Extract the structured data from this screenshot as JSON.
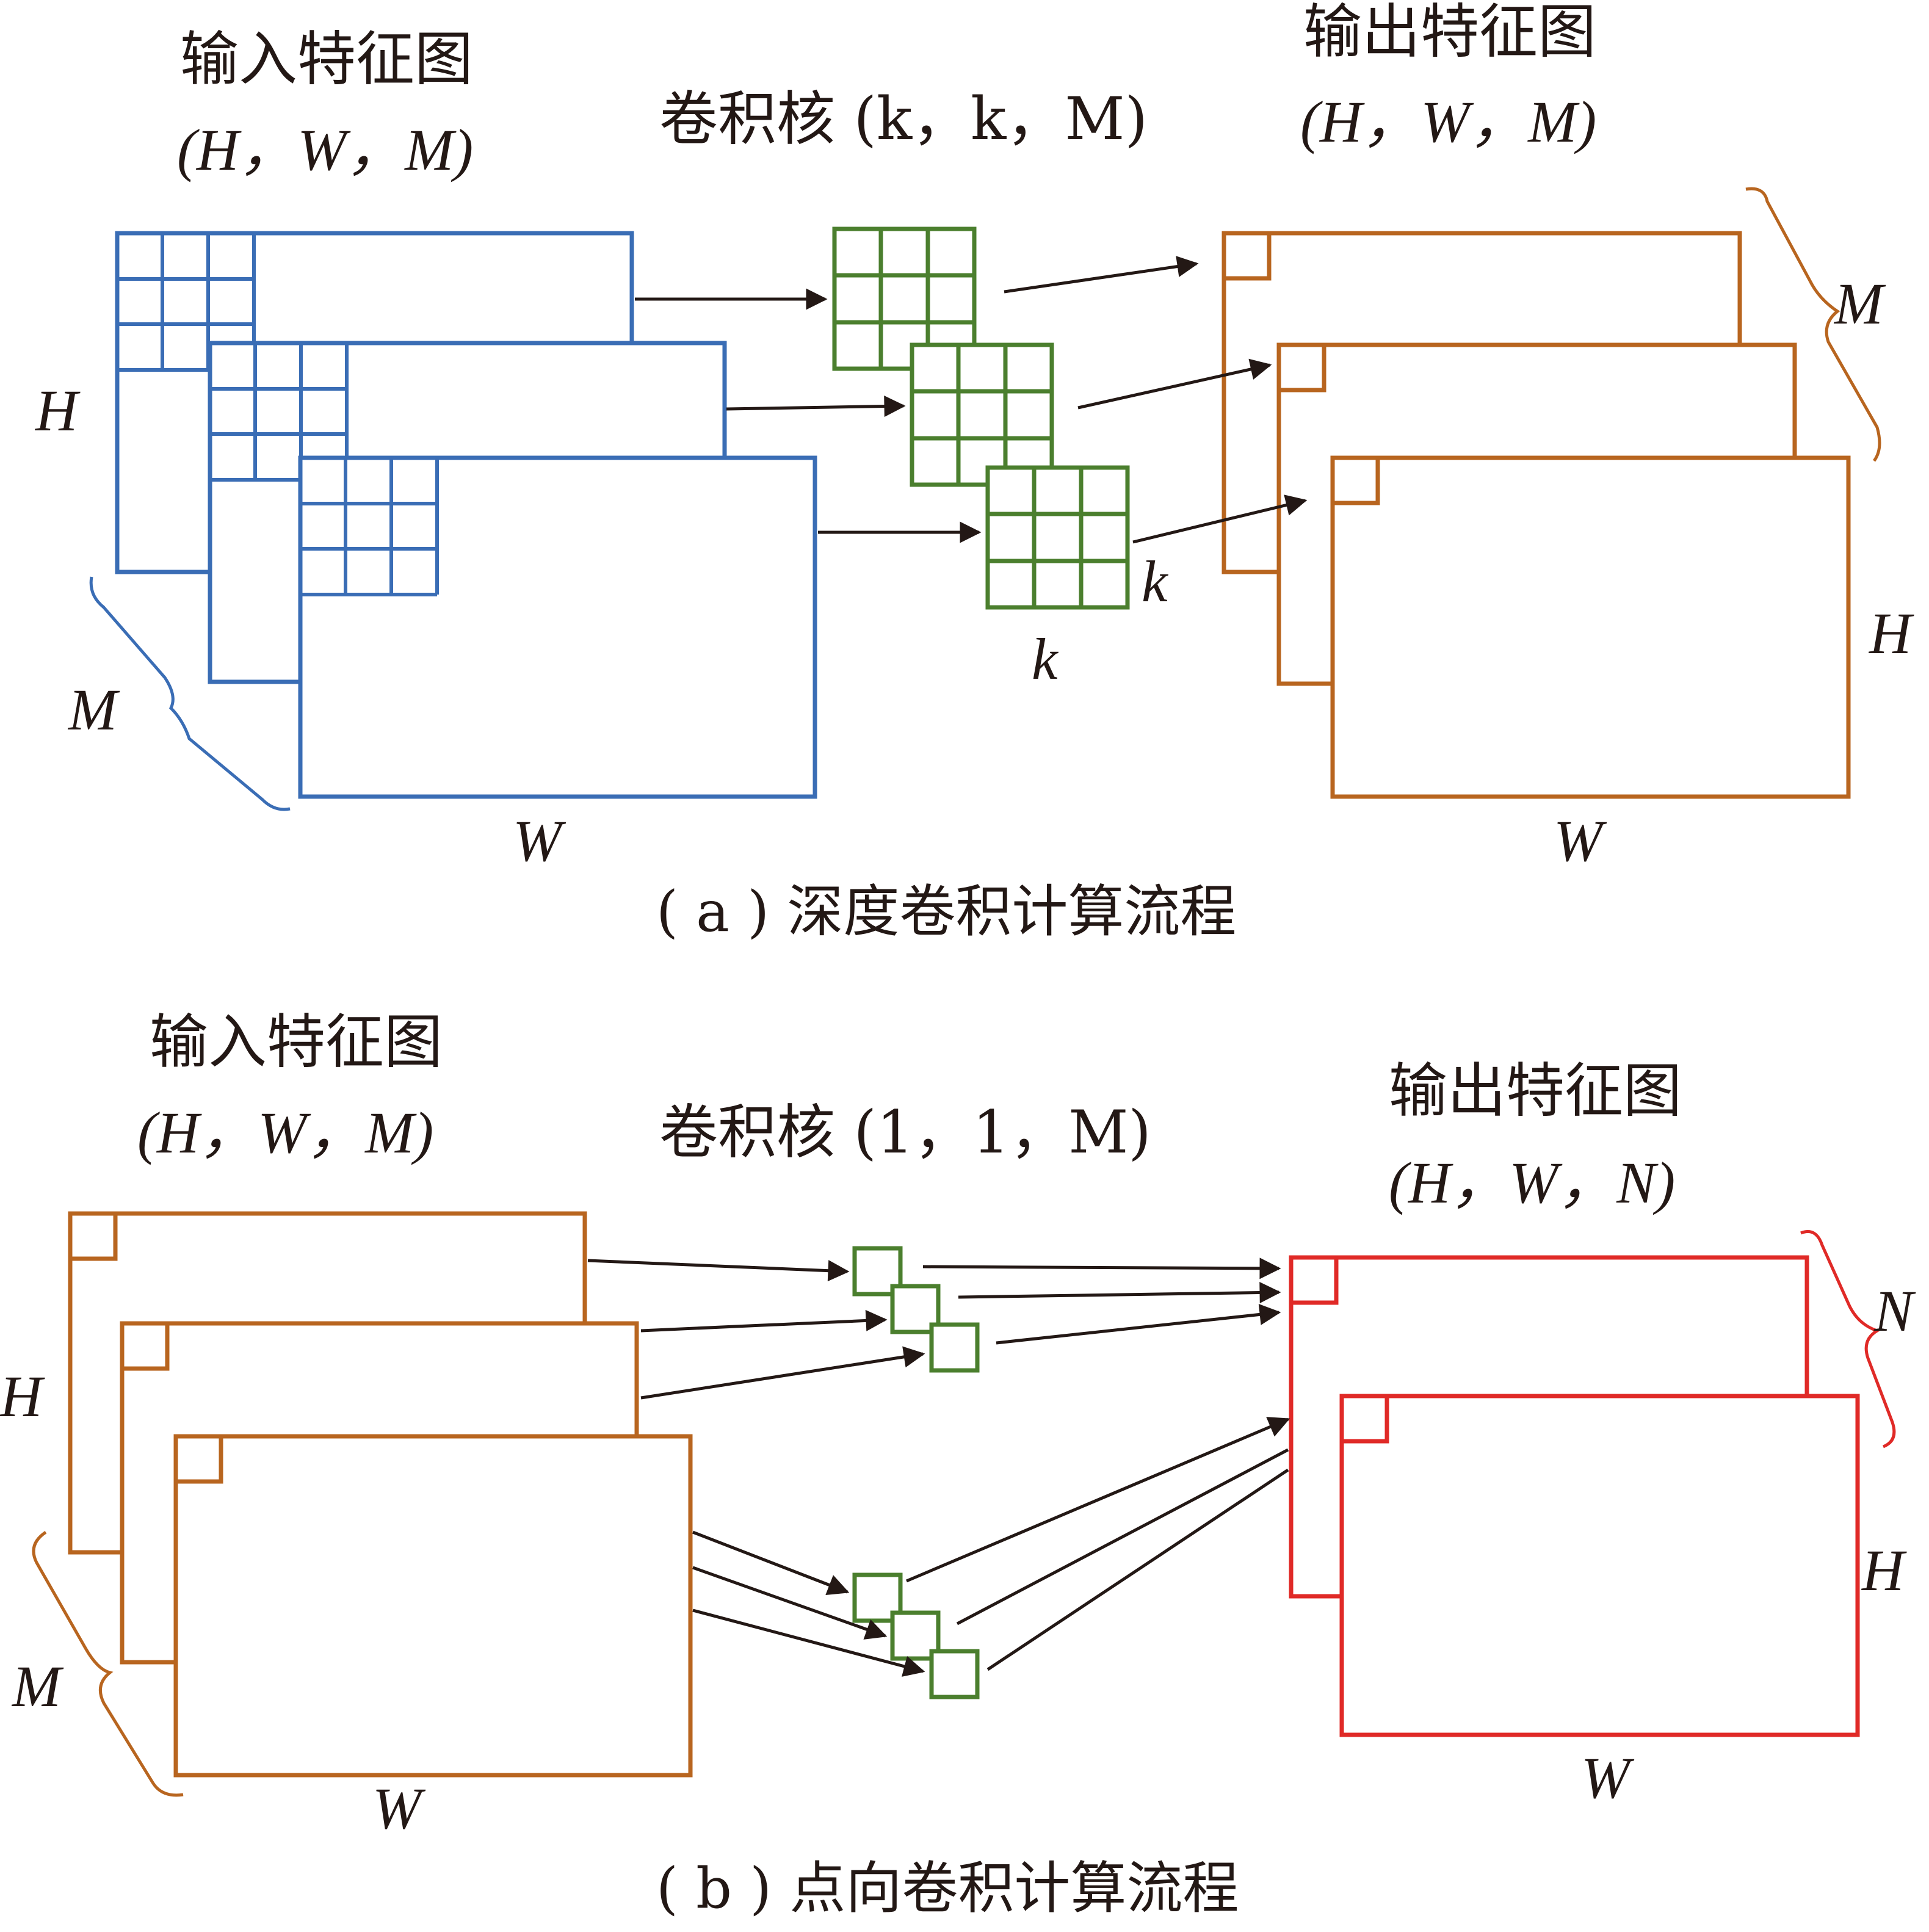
{
  "colors": {
    "blue": "#3a6db5",
    "green": "#4b7f2e",
    "orange": "#b8651f",
    "red": "#e02a27",
    "ink": "#231815"
  },
  "depthwise": {
    "input_title": "输入特征图",
    "input_dims": "(H，W，M)",
    "kernel_label": "卷积核 (k，k，M)",
    "output_title": "输出特征图",
    "output_dims": "(H，W，M)",
    "label_H_in": "H",
    "label_M_in": "M",
    "label_W_in": "W",
    "label_k_side": "k",
    "label_k_bottom": "k",
    "label_M_out": "M",
    "label_H_out": "H",
    "label_W_out": "W",
    "caption": "( a ) 深度卷积计算流程"
  },
  "pointwise": {
    "input_title": "输入特征图",
    "input_dims": "(H，W，M)",
    "kernel_label": "卷积核 (1，1，M)",
    "output_title": "输出特征图",
    "output_dims": "(H，W，N)",
    "label_H_in": "H",
    "label_M_in": "M",
    "label_W_in": "W",
    "label_N_out": "N",
    "label_H_out": "H",
    "label_W_out": "W",
    "caption": "( b ) 点向卷积计算流程"
  }
}
